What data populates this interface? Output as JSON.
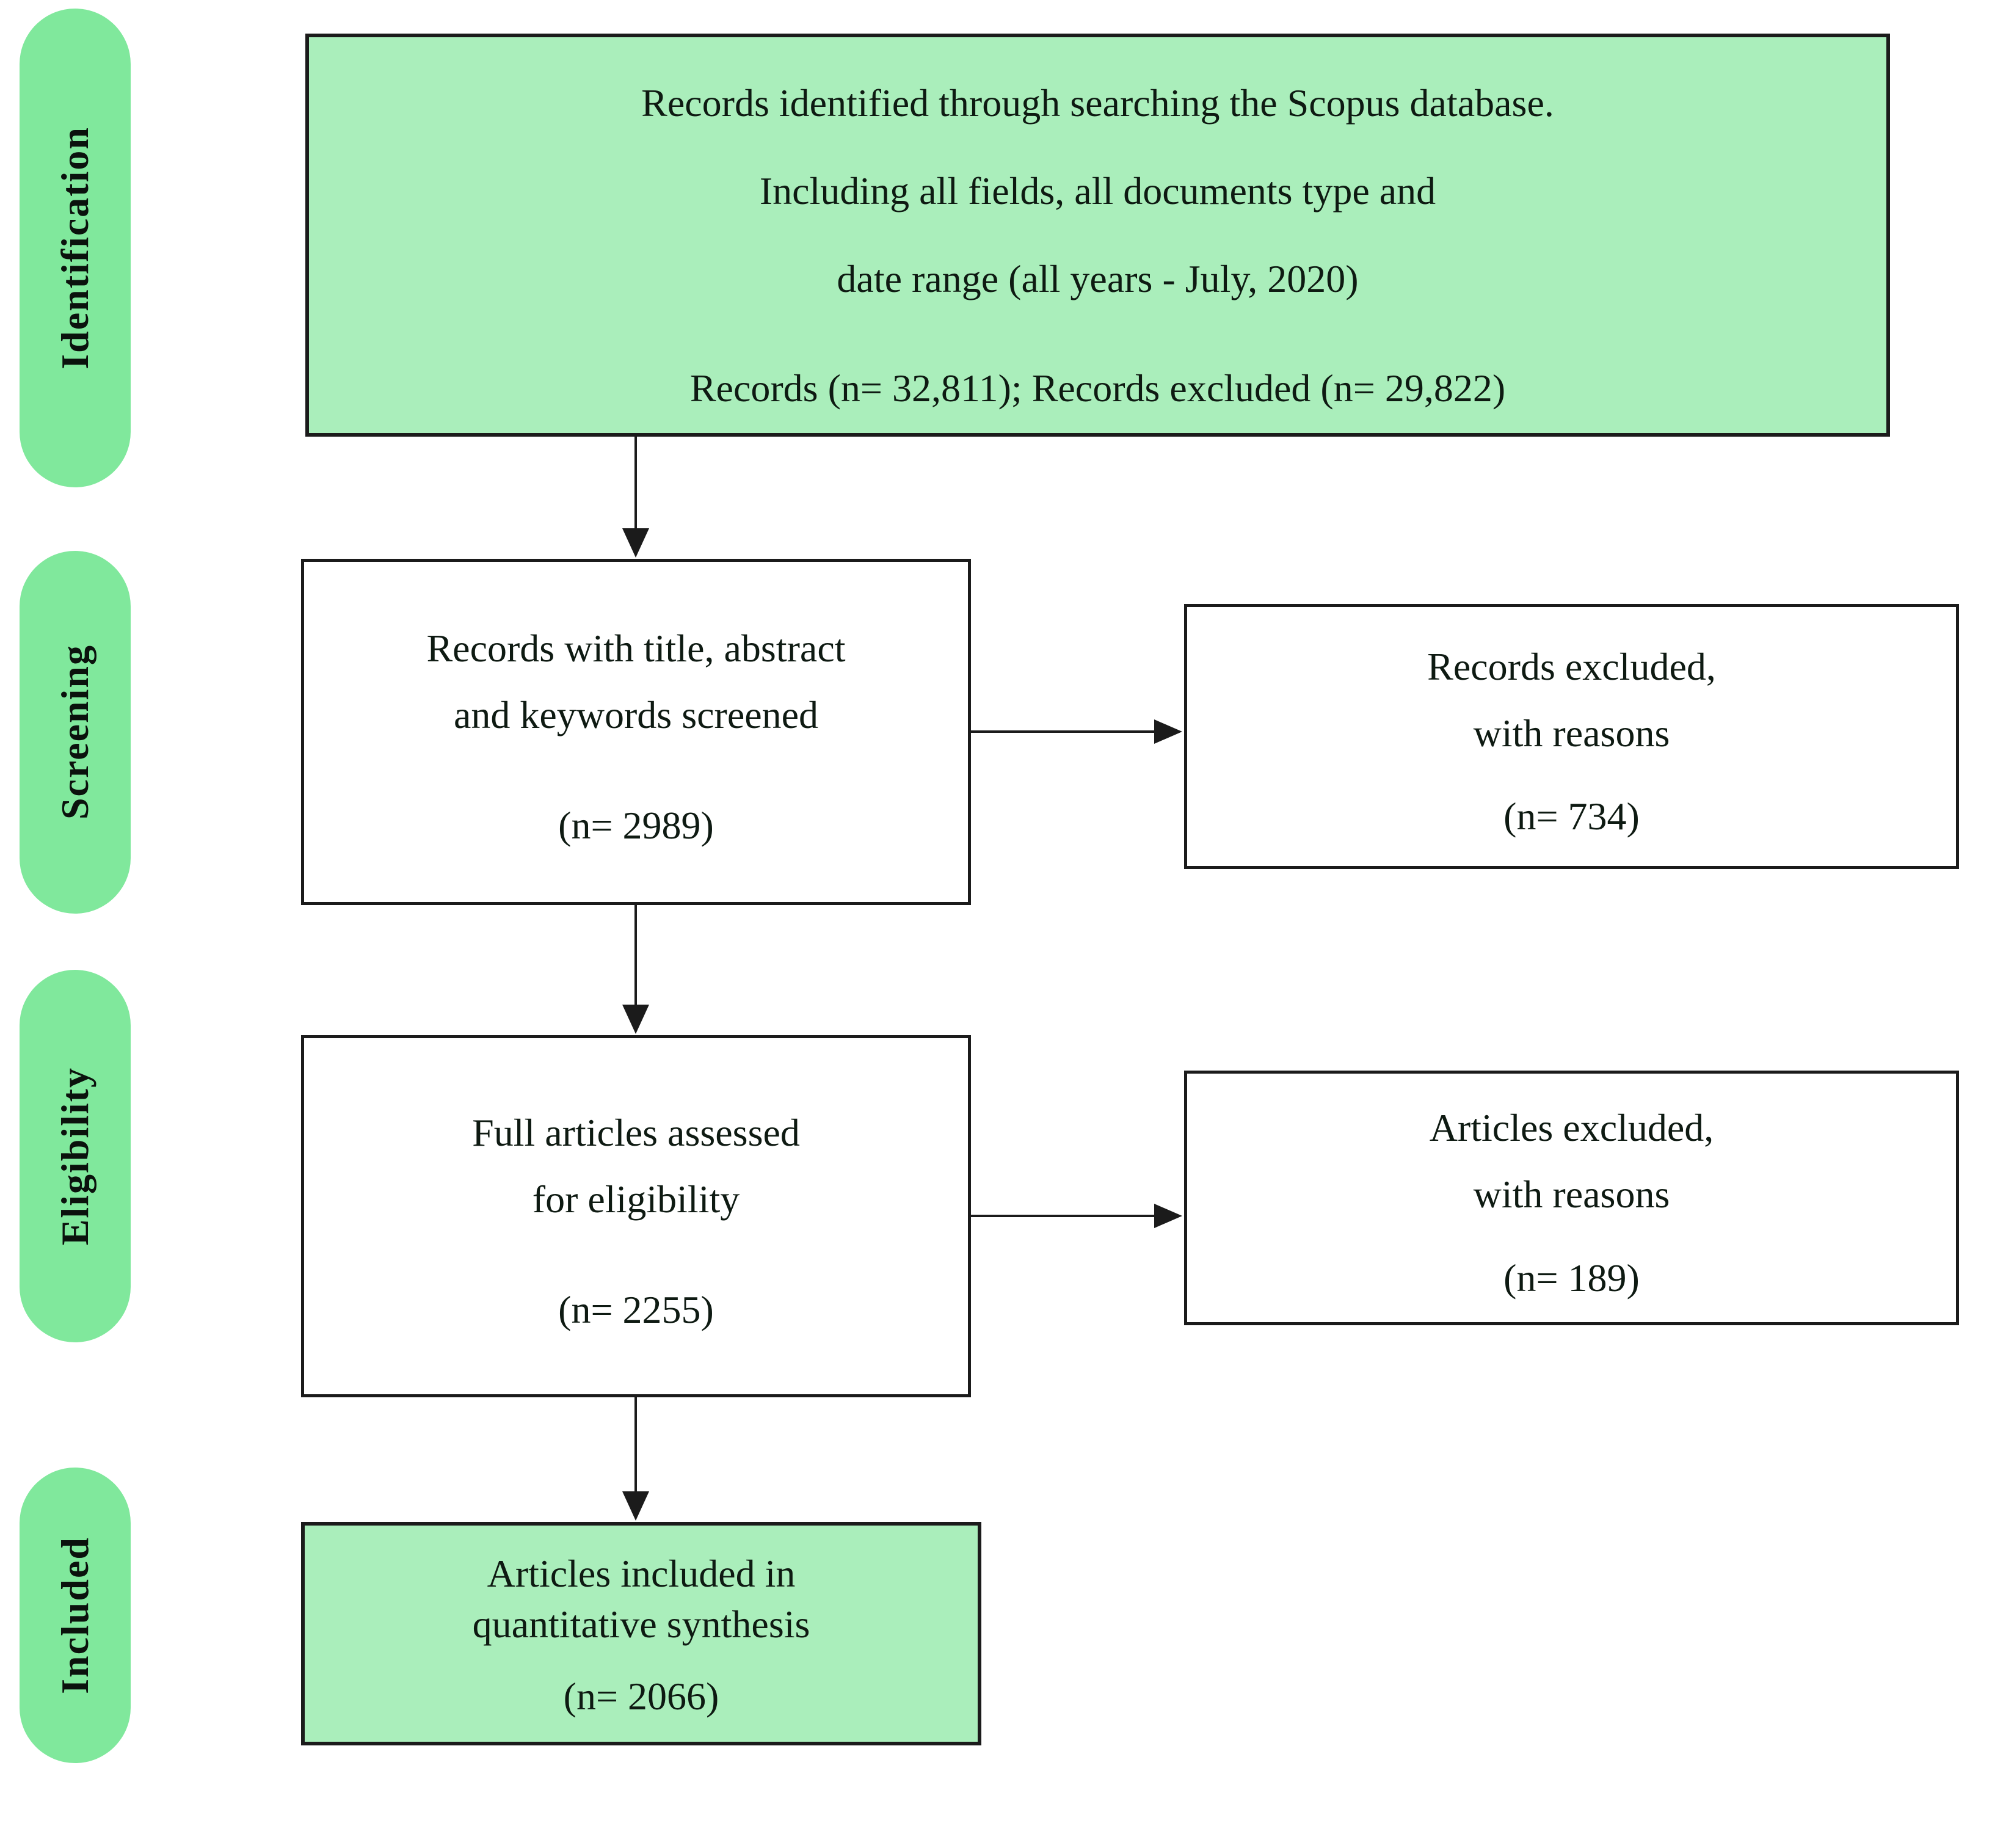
{
  "palette": {
    "pill_green": "#80e89c",
    "box_green": "#aaeebb",
    "line_dark": "#1b1b1b",
    "text_dark": "#0e1a12"
  },
  "sidebar": {
    "stages": [
      {
        "label": "Identification"
      },
      {
        "label": "Screening"
      },
      {
        "label": "Eligibility"
      },
      {
        "label": "Included"
      }
    ]
  },
  "flow": {
    "identification_box": {
      "lines": [
        "Records identified through searching the Scopus database.",
        "Including all fields, all documents type and",
        "date range (all years - July, 2020)"
      ],
      "counts_line": "Records (n= 32,811); Records excluded (n= 29,822)"
    },
    "screening_box": {
      "label_lines": [
        "Records with title, abstract",
        "and keywords screened"
      ],
      "count": "(n= 2989)"
    },
    "screening_excluded_box": {
      "label_lines": [
        "Records excluded,",
        "with reasons"
      ],
      "count": "(n= 734)"
    },
    "eligibility_box": {
      "label_lines": [
        "Full articles assessed",
        "for eligibility"
      ],
      "count": "(n= 2255)"
    },
    "eligibility_excluded_box": {
      "label_lines": [
        "Articles excluded,",
        "with reasons"
      ],
      "count": "(n= 189)"
    },
    "included_box": {
      "label_lines": [
        "Articles included in",
        "quantitative synthesis"
      ],
      "count": "(n= 2066)"
    }
  }
}
